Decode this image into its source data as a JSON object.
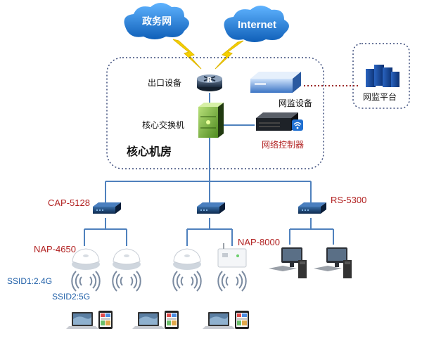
{
  "clouds": {
    "gov_net": "政务网",
    "internet": "Internet"
  },
  "core_room": {
    "title": "核心机房",
    "exit_device": "出口设备",
    "router_glyph": "R",
    "core_switch": "核心交换机",
    "monitor_device": "网监设备",
    "network_controller": "网络控制器"
  },
  "monitor_platform": "网监平台",
  "access_switches": {
    "left": "CAP-5128",
    "right": "RS-5300"
  },
  "access_points": {
    "ceiling_ap": "NAP-4650",
    "outdoor_ap": "NAP-8000"
  },
  "ssids": {
    "ssid1": "SSID1:2.4G",
    "ssid2": "SSID2:5G"
  },
  "colors": {
    "cloud_blue": "#1f7fd6",
    "lightning": "#f5d000",
    "link_line": "#4f81bd",
    "dotted_border": "#3a4a7a",
    "red_label": "#b22222",
    "ssid_blue": "#1f5fa8"
  }
}
